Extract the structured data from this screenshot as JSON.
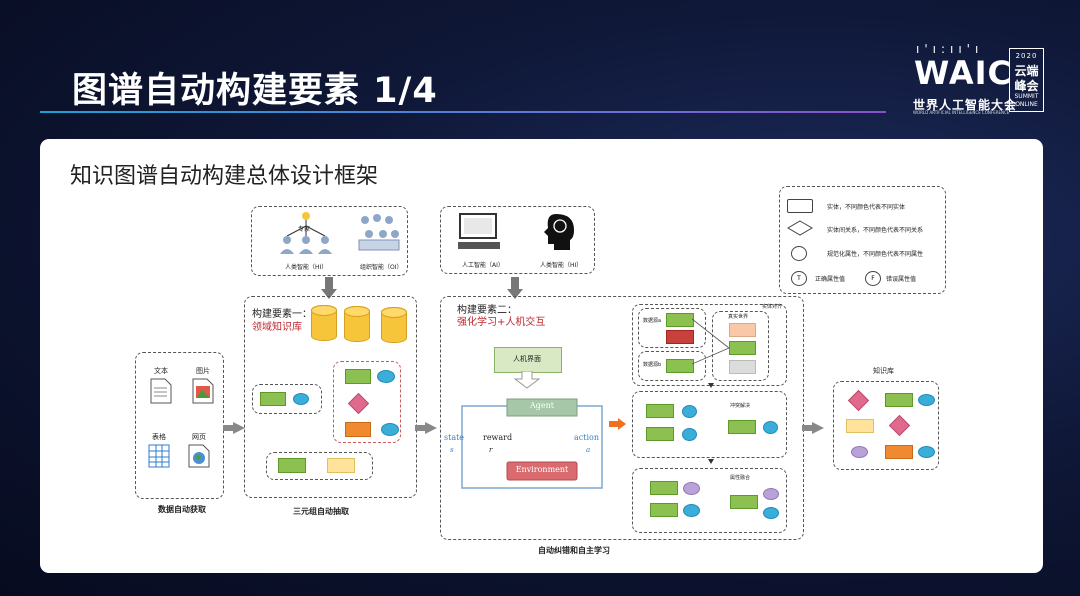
{
  "slide": {
    "title": "图谱自动构建要素 1/4",
    "subtitle": "知识图谱自动构建总体设计框架"
  },
  "logo": {
    "dots": "ı'ı:ıı'ı",
    "waic": "WAIC",
    "cn": "世界人工智能大会",
    "en": "WORLD ARTIFICIAL INTELLIGENCE CONFERENCE",
    "year": "2020",
    "cloud1": "云端",
    "cloud2": "峰会",
    "summit": "SUMMIT",
    "online": "ONLINE"
  },
  "colors": {
    "green": "#8cc152",
    "orange": "#f08a30",
    "cyan": "#3aaed8",
    "purple": "#b9a2d8",
    "pink": "#e06a8e",
    "yellow": "#ffe39a",
    "red_label": "#c0282e"
  },
  "diagram": {
    "data_acq": {
      "text_label": "文本",
      "image_label": "图片",
      "table_label": "表格",
      "web_label": "网页",
      "caption": "数据自动获取"
    },
    "human_ai": {
      "expert": "专家",
      "hi": "人类智能（HI）",
      "oi": "组织智能（OI）"
    },
    "machine_ai": {
      "ai": "人工智能（AI）",
      "hi": "人类智能（HI）"
    },
    "element1": {
      "title": "构建要素一：",
      "subtitle": "领域知识库",
      "caption": "三元组自动抽取"
    },
    "element2": {
      "title": "构建要素二：",
      "subtitle": "强化学习+人机交互",
      "ui_label": "人机界面",
      "agent": "Agent",
      "environment": "Environment",
      "reward": "reward",
      "state": "state",
      "state_sym": "s",
      "action": "action",
      "action_sym": "a",
      "reward_sym": "r",
      "caption": "自动纠错和自主学习"
    },
    "right_panel": {
      "source_a": "数据源a",
      "source_b": "数据源b",
      "real_world": "真实世界",
      "entity_align": "实体对齐",
      "conflict": "冲突解决",
      "attr_fusion": "属性融合"
    },
    "kb": {
      "title": "知识库"
    },
    "legend": {
      "entity": "实体，不同颜色代表不同实体",
      "relation": "实体间关系，不同颜色代表不同关系",
      "attr": "规范化属性，不同颜色代表不同属性",
      "t_sym": "T",
      "t_text": "正确属性值",
      "f_sym": "F",
      "f_text": "错误属性值"
    }
  }
}
